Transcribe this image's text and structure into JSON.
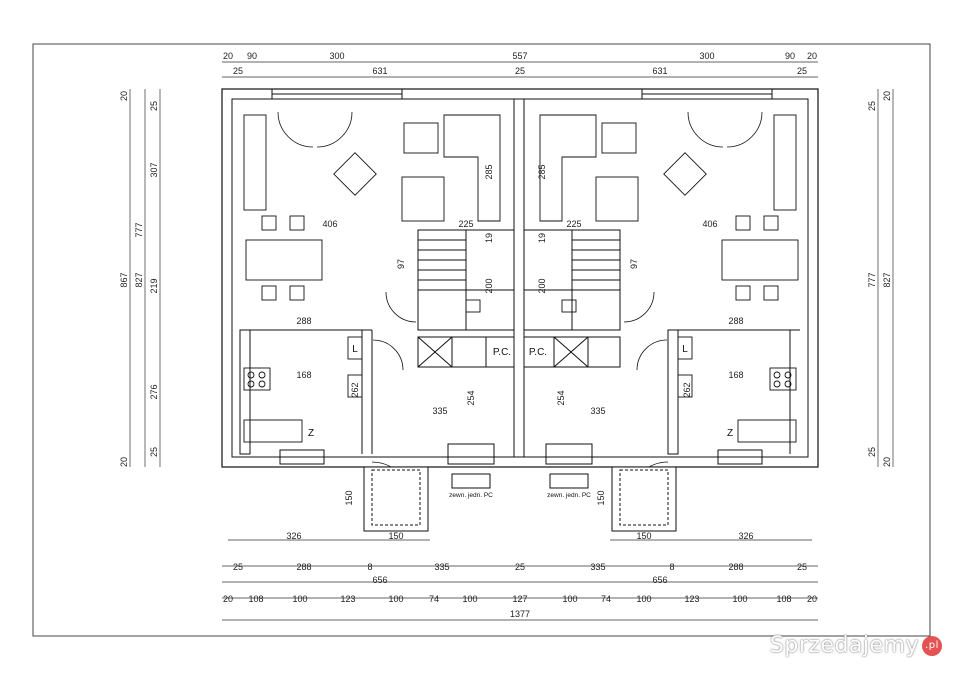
{
  "dims": {
    "top1": [
      "20",
      "90",
      "300",
      "557",
      "300",
      "90",
      "20"
    ],
    "top2": [
      "25",
      "631",
      "25",
      "631",
      "25"
    ],
    "left_outer": [
      "20",
      "867",
      "20"
    ],
    "left_mid": [
      "827"
    ],
    "left_inner": [
      "25",
      "307",
      "219",
      "777",
      "276",
      "25"
    ],
    "right_inner": [
      "20",
      "25",
      "777",
      "25",
      "20"
    ],
    "right_outer": [
      "827"
    ],
    "interior": [
      "406",
      "225",
      "225",
      "406",
      "288",
      "288",
      "168",
      "168",
      "335",
      "335",
      "285",
      "285",
      "97",
      "97",
      "19",
      "19",
      "200",
      "200",
      "262",
      "262",
      "254",
      "254",
      "150",
      "150"
    ],
    "entry": [
      "326",
      "150",
      "150",
      "326"
    ],
    "bottom1": [
      "25",
      "288",
      "8",
      "335",
      "25",
      "335",
      "8",
      "288",
      "25"
    ],
    "bottom2": [
      "656",
      "656"
    ],
    "bottom3": [
      "20",
      "108",
      "100",
      "123",
      "100",
      "74",
      "100",
      "127",
      "100",
      "74",
      "100",
      "123",
      "100",
      "108",
      "20"
    ],
    "bottom4": [
      "1377"
    ]
  },
  "labels": {
    "pc_left": "P.C.",
    "pc_right": "P.C.",
    "l_left": "L",
    "l_right": "L",
    "z_left": "Z",
    "z_right": "Z",
    "unit_left": "zewn. jedn. PC",
    "unit_right": "zewn. jedn. PC"
  },
  "watermark": {
    "text": "Sprzedajemy",
    "badge": ".pl"
  }
}
